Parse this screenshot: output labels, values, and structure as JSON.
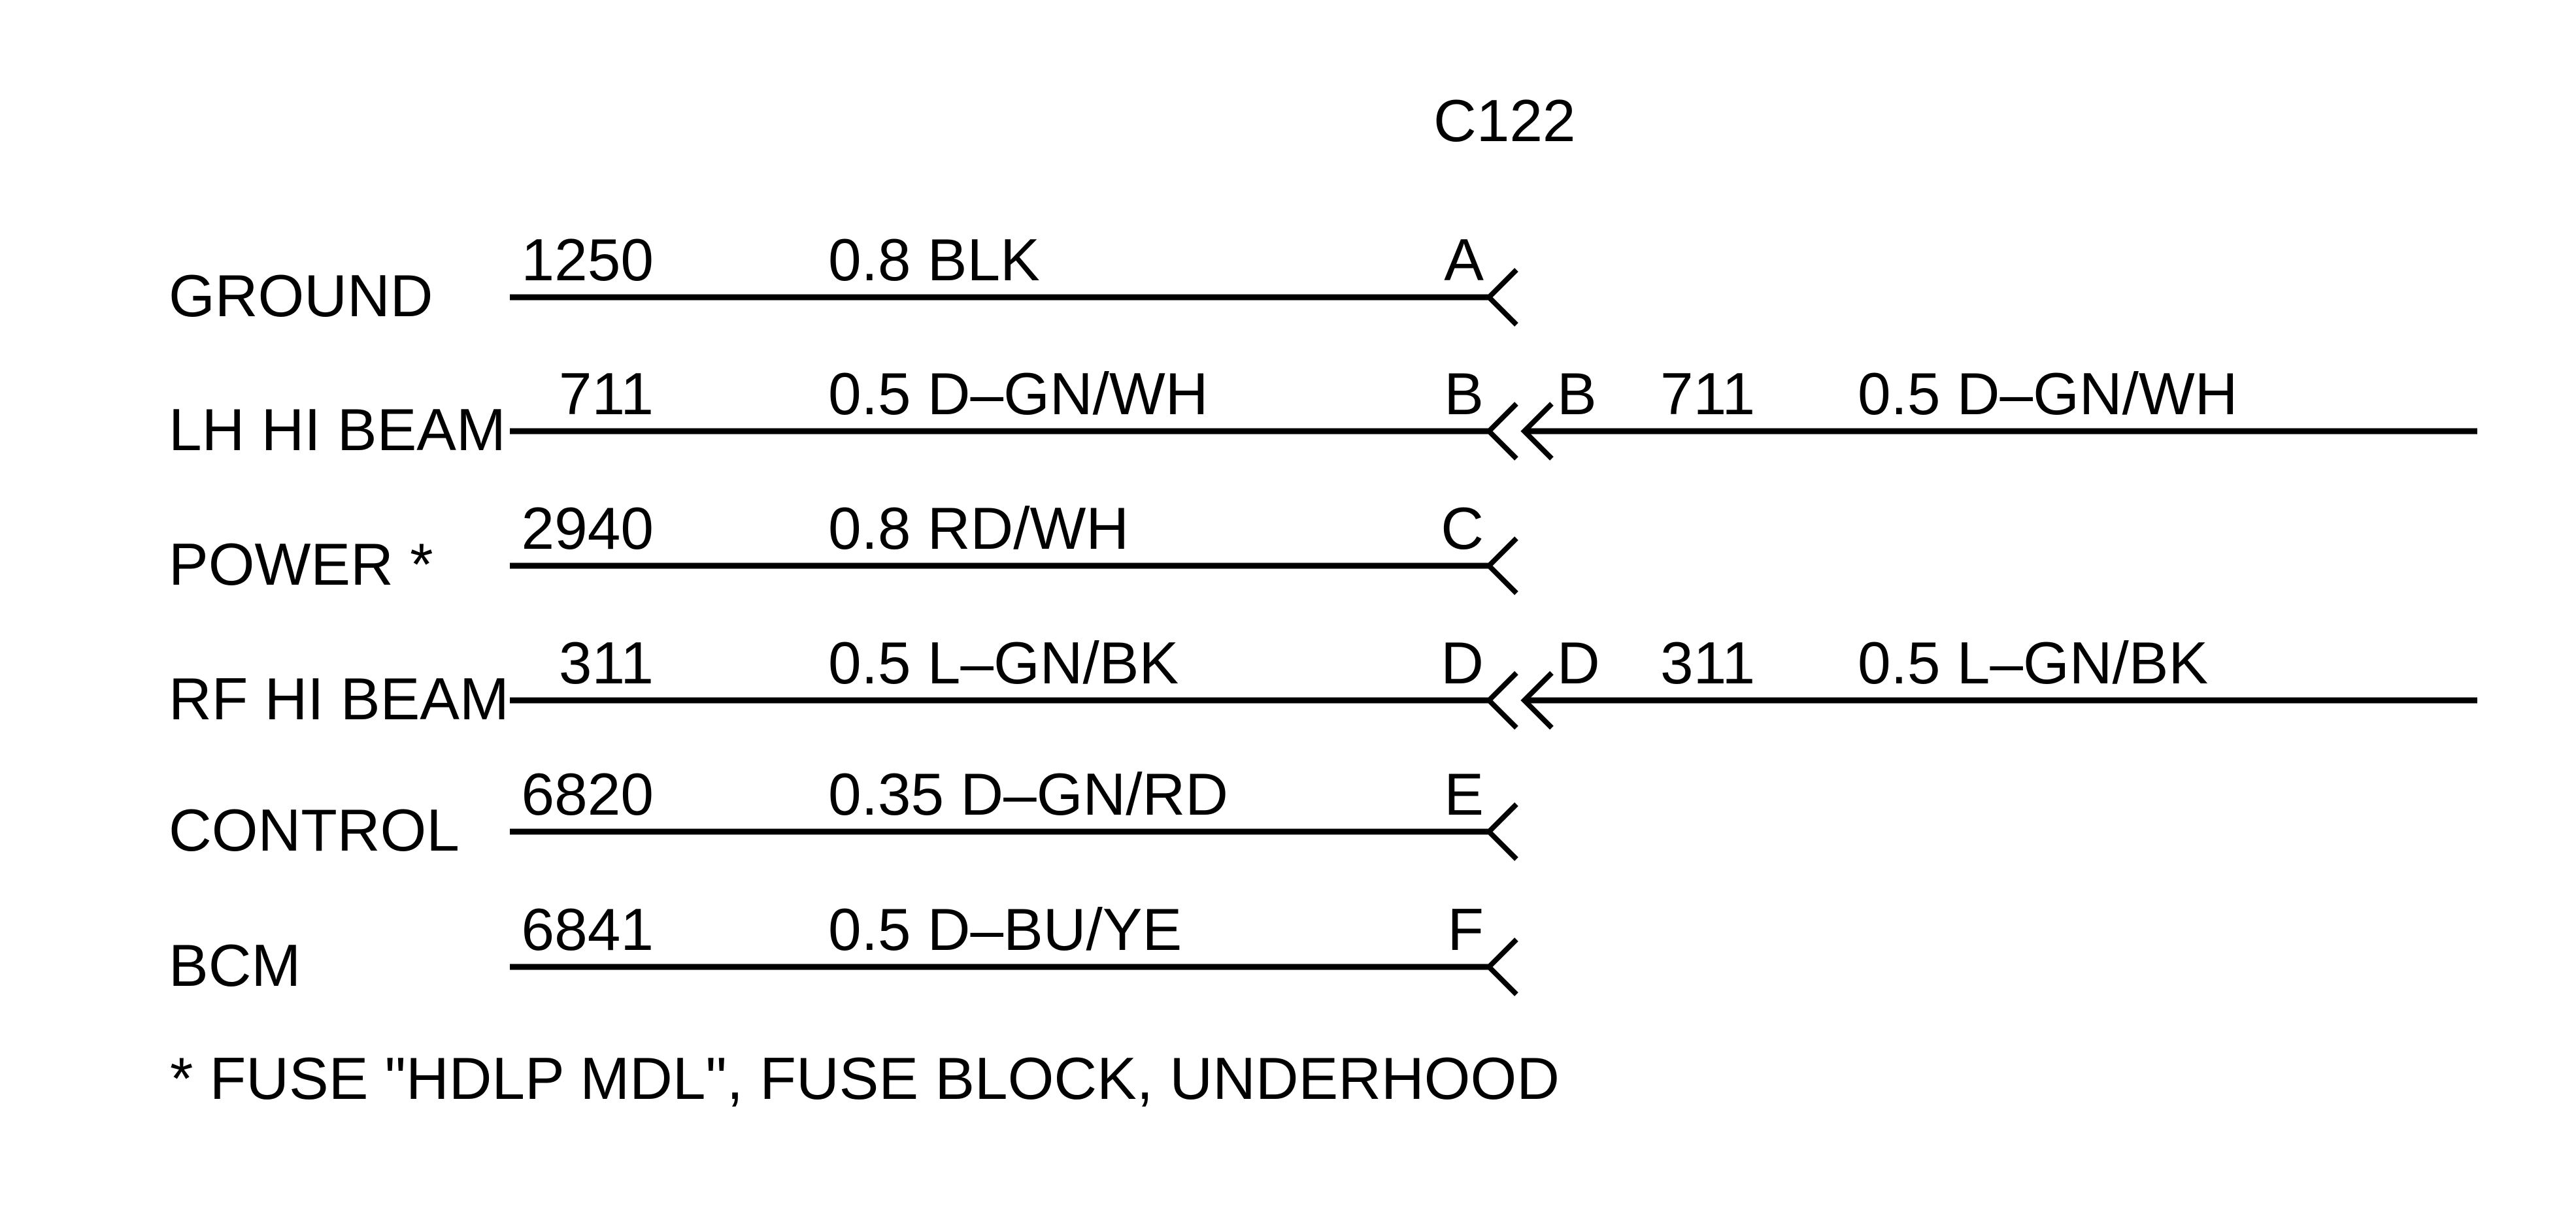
{
  "diagram": {
    "title": "C122",
    "footnote": "* FUSE \"HDLP MDL\", FUSE BLOCK, UNDERHOOD",
    "rows": [
      {
        "label": "GROUND",
        "circuit": "1250",
        "wire_color": "0.8 BLK",
        "pin": "A"
      },
      {
        "label": "LH HI BEAM",
        "circuit": "711",
        "wire_color": "0.5 D–GN/WH",
        "pin": "B",
        "right": {
          "pin": "B",
          "circuit": "711",
          "wire_color": "0.5 D–GN/WH"
        }
      },
      {
        "label": "POWER *",
        "circuit": "2940",
        "wire_color": "0.8 RD/WH",
        "pin": "C"
      },
      {
        "label": "RF HI BEAM",
        "circuit": "311",
        "wire_color": "0.5 L–GN/BK",
        "pin": "D",
        "right": {
          "pin": "D",
          "circuit": "311",
          "wire_color": "0.5 L–GN/BK"
        }
      },
      {
        "label": "CONTROL",
        "circuit": "6820",
        "wire_color": "0.35 D–GN/RD",
        "pin": "E"
      },
      {
        "label": "BCM",
        "circuit": "6841",
        "wire_color": "0.5 D–BU/YE",
        "pin": "F"
      }
    ]
  }
}
